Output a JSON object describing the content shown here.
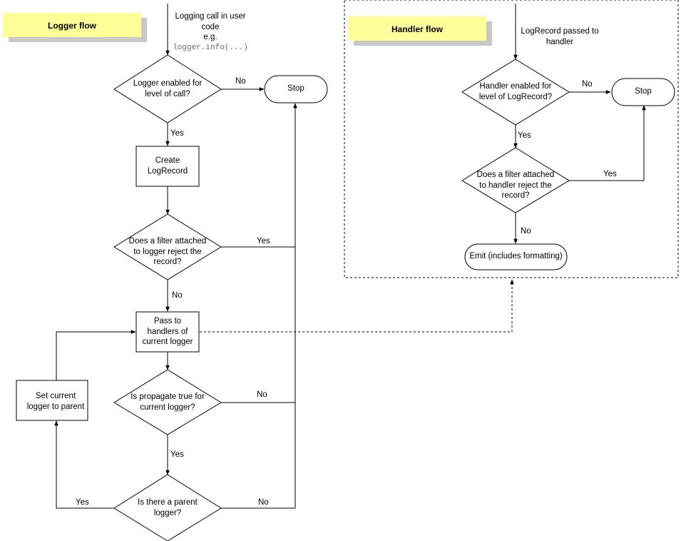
{
  "logger_flow": {
    "title": "Logger flow",
    "entry": {
      "line1": "Logging call in user",
      "line2": "code",
      "line3": "e.g.",
      "code": "logger.info(...)"
    },
    "d_enabled": {
      "line1": "Logger enabled for",
      "line2": "level of call?"
    },
    "stop": "Stop",
    "create": {
      "line1": "Create",
      "line2": "LogRecord"
    },
    "d_filter": {
      "line1": "Does a filter attached",
      "line2": "to logger reject the",
      "line3": "record?"
    },
    "pass": {
      "line1": "Pass to",
      "line2": "handlers of",
      "line3": "current logger"
    },
    "d_propagate": {
      "line1": "Is propagate true for",
      "line2": "current logger?"
    },
    "d_parent": {
      "line1": "Is there a parent",
      "line2": "logger?"
    },
    "set_parent": {
      "line1": "Set current",
      "line2": "logger to parent"
    },
    "labels": {
      "enabled_no": "No",
      "enabled_yes": "Yes",
      "filter_yes": "Yes",
      "filter_no": "No",
      "propagate_no": "No",
      "propagate_yes": "Yes",
      "parent_yes": "Yes",
      "parent_no": "No"
    }
  },
  "handler_flow": {
    "title": "Handler flow",
    "entry": {
      "line1": "LogRecord passed to",
      "line2": "handler"
    },
    "d_enabled": {
      "line1": "Handler enabled for",
      "line2": "level of LogRecord?"
    },
    "stop": "Stop",
    "d_filter": {
      "line1": "Does a filter attached",
      "line2": "to handler reject the",
      "line3": "record?"
    },
    "emit": "Emit (includes formatting)",
    "labels": {
      "enabled_no": "No",
      "enabled_yes": "Yes",
      "filter_yes": "Yes",
      "filter_no": "No"
    }
  },
  "colors": {
    "note_fill": "#ffff99",
    "note_shadow": "#c8c8c8",
    "line": "#000000"
  }
}
